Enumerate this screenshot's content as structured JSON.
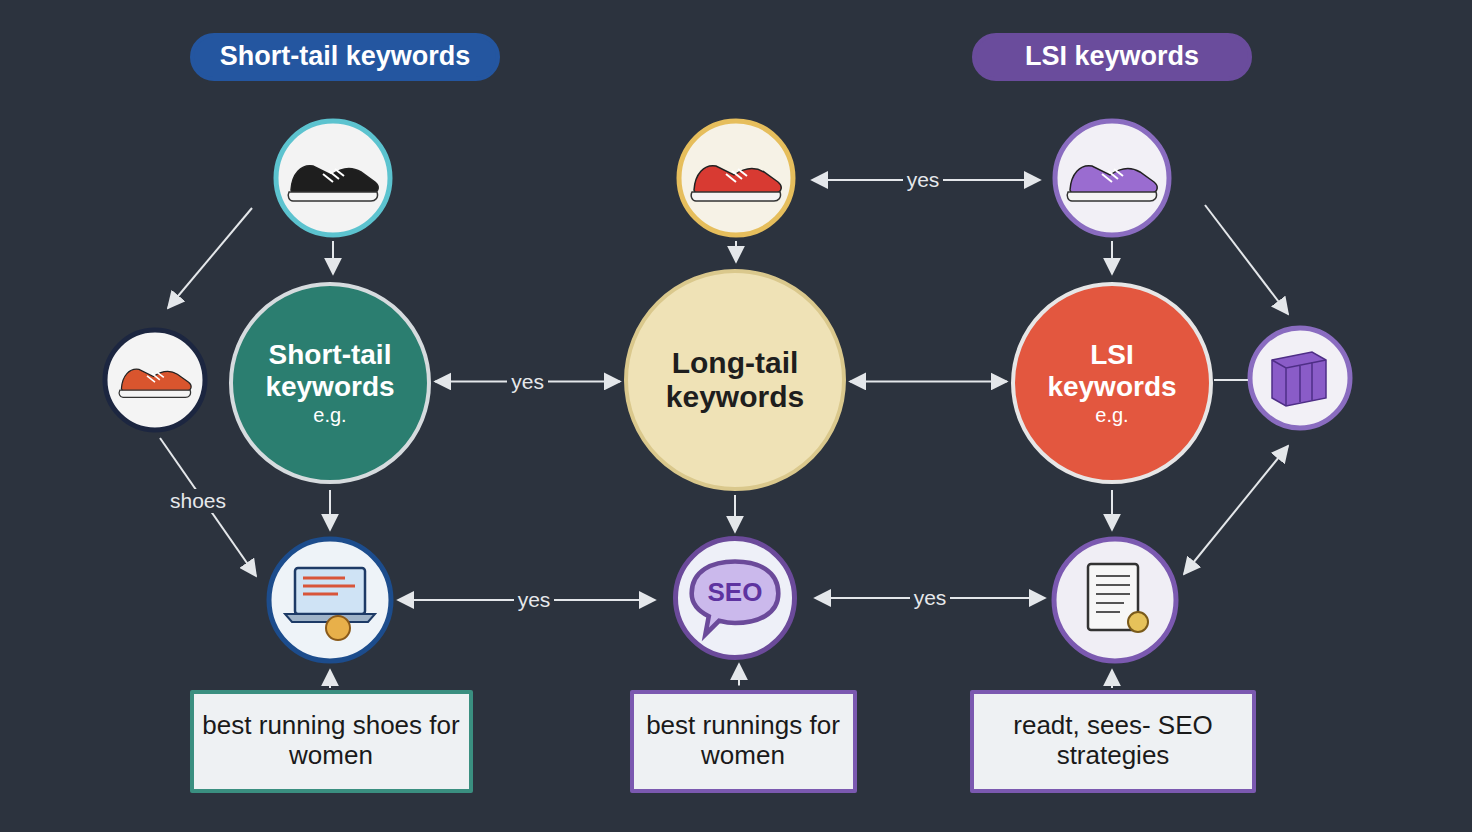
{
  "diagram": {
    "nodes": [
      {
        "text": [
          "Short-tail keywords"
        ]
      },
      {
        "text": [
          "LSI keywords"
        ]
      },
      {
        "text": [
          "Short-tail keywords",
          "e.g."
        ]
      },
      {
        "text": [
          "Long-tail keywords"
        ]
      },
      {
        "text": [
          "LSI keywords",
          "e.g."
        ]
      },
      {
        "text": [
          "SEO"
        ]
      },
      {
        "text": [
          "best running shoes for women"
        ]
      },
      {
        "text": [
          "best runnings for women"
        ]
      },
      {
        "text": [
          "readt, sees- SEO strategies"
        ]
      }
    ],
    "edges": [
      {
        "from": 2,
        "to": 3,
        "label": "yes",
        "arrow": "both"
      },
      {
        "from": 3,
        "to": 4,
        "arrow": "both"
      },
      {
        "from": 3,
        "to": 5,
        "arrow": "to"
      },
      {
        "from": 7,
        "to": 5,
        "arrow": "to"
      }
    ],
    "labels": [
      "yes",
      "shoes",
      "yes",
      "yes"
    ]
  }
}
